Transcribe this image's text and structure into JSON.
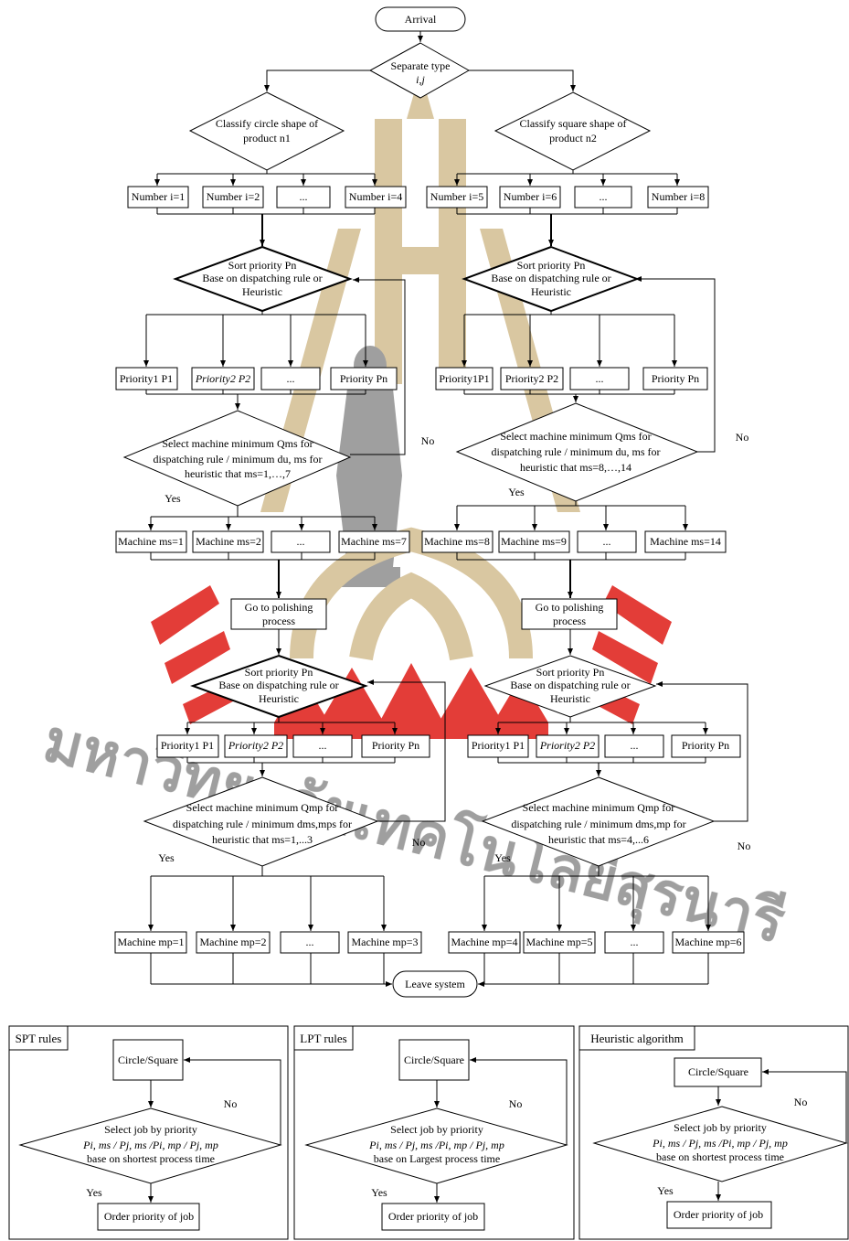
{
  "watermark": {
    "thai_text": "มหาวิทยาลัยเทคโนโลยีสุรนารี",
    "colors": {
      "red": "#e2332e",
      "gold": "#d7c49c",
      "gray": "#9a9a9a"
    }
  },
  "flow": {
    "arrival": "Arrival",
    "separate": [
      "Separate type",
      "i,j"
    ],
    "left": {
      "classify": [
        "Classify circle shape of",
        "product n1"
      ],
      "numbers": [
        "Number i=1",
        "Number i=2",
        "...",
        "Number i=4"
      ],
      "sort": [
        "Sort priority Pn",
        "Base on dispatching rule or",
        "Heuristic"
      ],
      "priorities": [
        "Priority1 P1",
        "Priority2 P2",
        "...",
        "Priority Pn"
      ],
      "select": [
        "Select machine minimum Qms for",
        "dispatching rule / minimum du, ms for",
        "heuristic that ms=1,…,7"
      ],
      "yes": "Yes",
      "no": "No",
      "machines": [
        "Machine ms=1",
        "Machine ms=2",
        "...",
        "Machine ms=7"
      ],
      "polish": [
        "Go to polishing",
        "process"
      ],
      "sort2": [
        "Sort priority Pn",
        "Base on dispatching rule or",
        "Heuristic"
      ],
      "priorities2": [
        "Priority1 P1",
        "Priority2 P2",
        "...",
        "Priority Pn"
      ],
      "select2": [
        "Select machine minimum Qmp for",
        "dispatching rule / minimum dms,mps for",
        "heuristic that ms=1,...3"
      ],
      "yes2": "Yes",
      "no2": "No",
      "machines2": [
        "Machine mp=1",
        "Machine mp=2",
        "...",
        "Machine mp=3"
      ]
    },
    "right": {
      "classify": [
        "Classify square shape of",
        "product n2"
      ],
      "numbers": [
        "Number i=5",
        "Number i=6",
        "...",
        "Number i=8"
      ],
      "sort": [
        "Sort priority Pn",
        "Base on dispatching rule or",
        "Heuristic"
      ],
      "priorities": [
        "Priority1P1",
        "Priority2 P2",
        "...",
        "Priority Pn"
      ],
      "select": [
        "Select machine minimum Qms for",
        "dispatching rule / minimum du, ms for",
        "heuristic that ms=8,…,14"
      ],
      "yes": "Yes",
      "no": "No",
      "machines": [
        "Machine ms=8",
        "Machine ms=9",
        "...",
        "Machine ms=14"
      ],
      "polish": [
        "Go to polishing",
        "process"
      ],
      "sort2": [
        "Sort priority Pn",
        "Base on dispatching rule or",
        "Heuristic"
      ],
      "priorities2": [
        "Priority1 P1",
        "Priority2 P2",
        "...",
        "Priority Pn"
      ],
      "select2": [
        "Select machine minimum Qmp for",
        "dispatching rule / minimum dms,mp for",
        "heuristic that ms=4,...6"
      ],
      "yes2": "Yes",
      "no2": "No",
      "machines2": [
        "Machine mp=4",
        "Machine mp=5",
        "...",
        "Machine mp=6"
      ]
    },
    "leave": "Leave system"
  },
  "panels": [
    {
      "title": "SPT rules",
      "start": "Circle/Square",
      "select": [
        "Select job by priority",
        "Pi, ms / Pj, ms /Pi, mp / Pj, mp",
        "base on shortest process time"
      ],
      "no": "No",
      "yes": "Yes",
      "end": "Order priority of job"
    },
    {
      "title": "LPT rules",
      "start": "Circle/Square",
      "select": [
        "Select job by priority",
        "Pi, ms / Pj, ms /Pi, mp / Pj, mp",
        "base on Largest process time"
      ],
      "no": "No",
      "yes": "Yes",
      "end": "Order priority of job"
    },
    {
      "title": "Heuristic algorithm",
      "start": "Circle/Square",
      "select": [
        "Select job by priority",
        "Pi, ms / Pj, ms /Pi, mp / Pj, mp",
        "base on shortest process time"
      ],
      "no": "No",
      "yes": "Yes",
      "end": "Order priority of job"
    }
  ]
}
